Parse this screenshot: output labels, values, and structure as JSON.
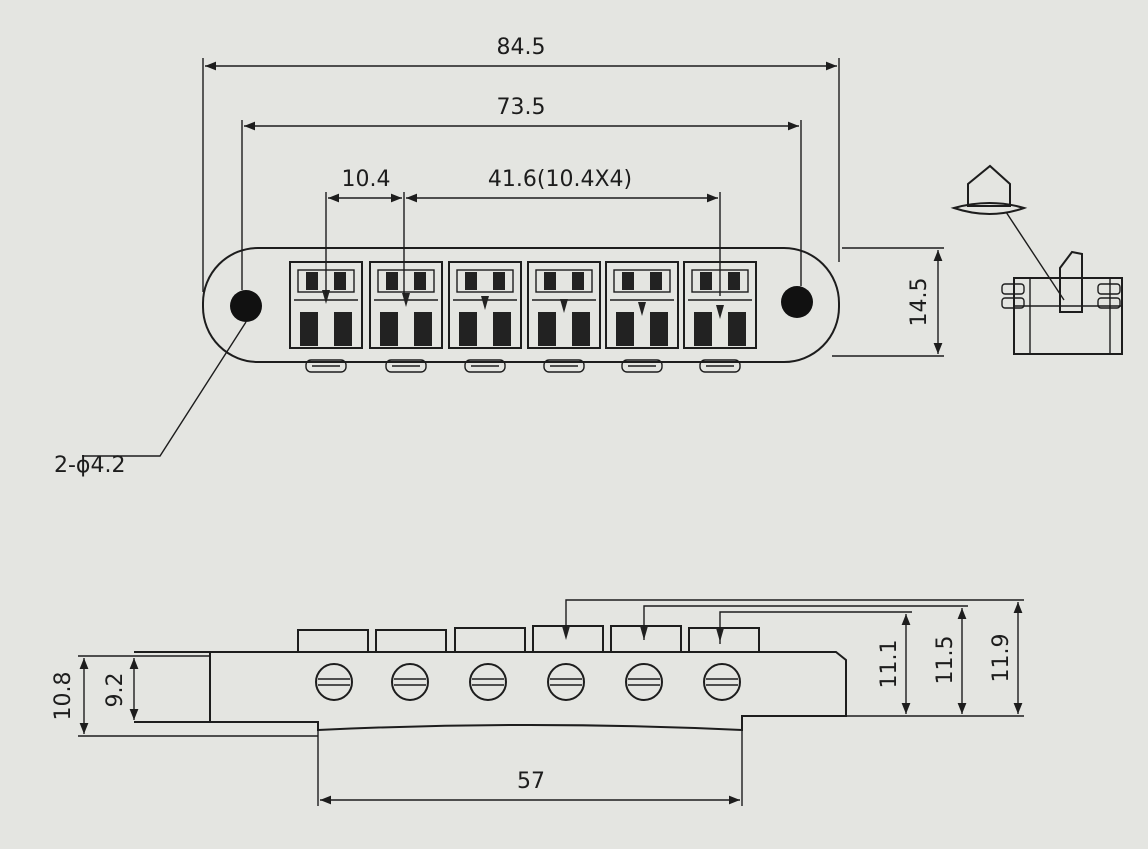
{
  "top_view": {
    "overall_width": "84.5",
    "hole_span": "73.5",
    "saddle_pitch": "10.4",
    "saddle_range": "41.6(10.4X4)",
    "height": "14.5",
    "holes": "2-ϕ4.2"
  },
  "side_view": {
    "height_outer": "10.8",
    "height_inner": "9.2",
    "heights": [
      "11.1",
      "11.5",
      "11.9"
    ],
    "base_length": "57"
  },
  "colors": {
    "paper": "#e4e5e1",
    "ink": "#1d1d1d"
  }
}
